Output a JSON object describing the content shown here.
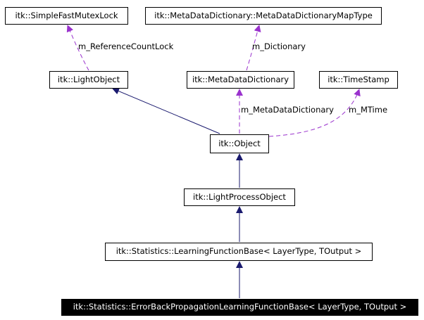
{
  "colors": {
    "inheritance": "#1a1a6e",
    "usage": "#9a32cd",
    "node_border": "#000000",
    "current_fill": "#000000",
    "current_text": "#ffffff"
  },
  "nodes": {
    "simple_fast_mutex_lock": "itk::SimpleFastMutexLock",
    "meta_data_dictionary_map_type": "itk::MetaDataDictionary::MetaDataDictionaryMapType",
    "light_object": "itk::LightObject",
    "meta_data_dictionary": "itk::MetaDataDictionary",
    "time_stamp": "itk::TimeStamp",
    "object": "itk::Object",
    "light_process_object": "itk::LightProcessObject",
    "learning_function_base": "itk::Statistics::LearningFunctionBase< LayerType, TOutput >",
    "error_back_propagation": "itk::Statistics::ErrorBackPropagationLearningFunctionBase< LayerType, TOutput >"
  },
  "edge_labels": {
    "reference_count_lock": "m_ReferenceCountLock",
    "dictionary": "m_Dictionary",
    "meta_data_dictionary": "m_MetaDataDictionary",
    "mtime": "m_MTime"
  }
}
